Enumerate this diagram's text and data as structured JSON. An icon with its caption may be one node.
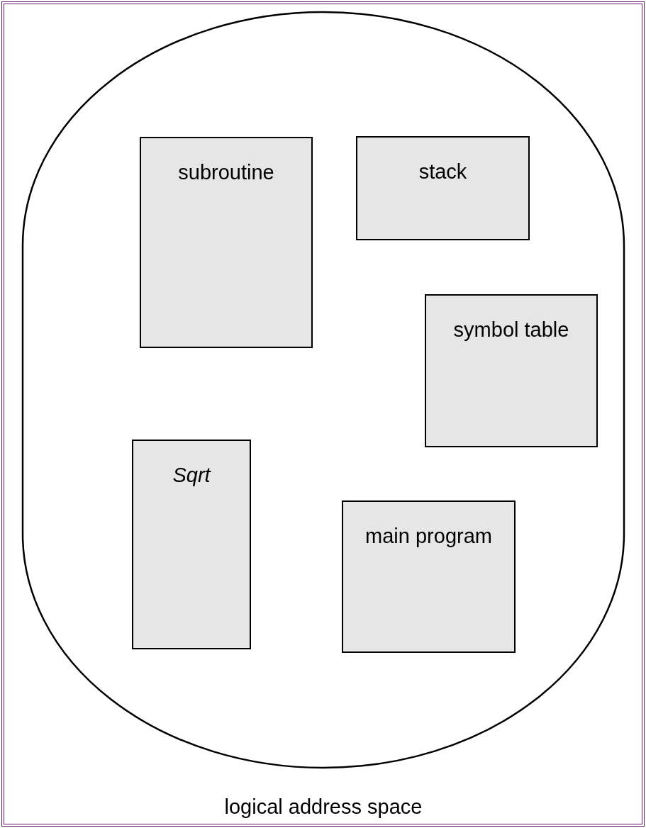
{
  "diagram": {
    "nodes": [
      {
        "text": [
          "logical address space"
        ]
      },
      {
        "text": [
          "subroutine"
        ],
        "in": 0
      },
      {
        "text": [
          "stack"
        ],
        "in": 0
      },
      {
        "text": [
          "symbol table"
        ],
        "in": 0
      },
      {
        "text": [
          "Sqrt"
        ],
        "in": 0
      },
      {
        "text": [
          "main program"
        ],
        "in": 0
      }
    ],
    "edges": []
  }
}
